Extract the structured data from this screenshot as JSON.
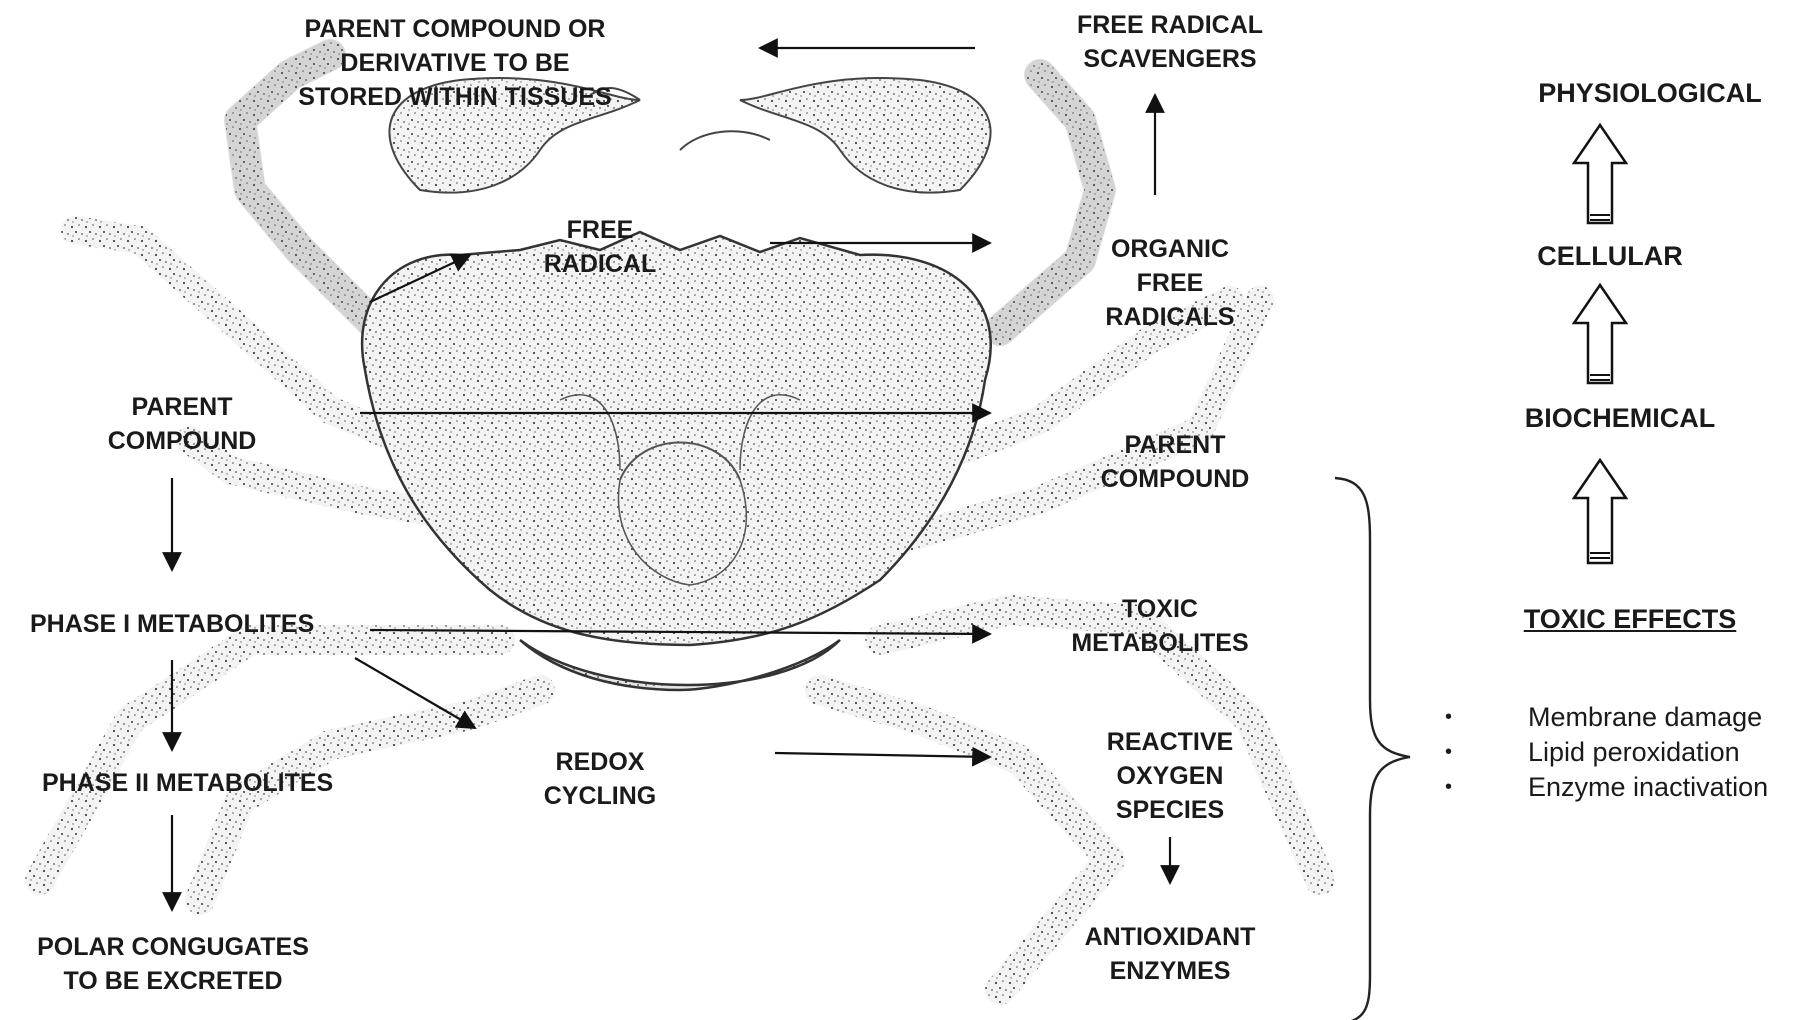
{
  "pathway_labels": {
    "parent_compound_or_derivative": [
      "PARENT COMPOUND OR",
      "DERIVATIVE TO BE",
      "STORED WITHIN TISSUES"
    ],
    "free_radical_scavengers": [
      "FREE RADICAL",
      "SCAVENGERS"
    ],
    "free_radical": [
      "FREE",
      "RADICAL"
    ],
    "organic_free_radicals": [
      "ORGANIC",
      "FREE",
      "RADICALS"
    ],
    "parent_compound_left": [
      "PARENT",
      "COMPOUND"
    ],
    "parent_compound_right": [
      "PARENT",
      "COMPOUND"
    ],
    "phase1_metabolites": "PHASE I METABOLITES",
    "toxic_metabolites": [
      "TOXIC",
      "METABOLITES"
    ],
    "phase2_metabolites": "PHASE II METABOLITES",
    "redox_cycling": [
      "REDOX",
      "CYCLING"
    ],
    "reactive_oxygen_species": [
      "REACTIVE",
      "OXYGEN",
      "SPECIES"
    ],
    "polar_conjugates": [
      "POLAR CONGUGATES",
      "TO BE EXCRETED"
    ],
    "antioxidant_enzymes": [
      "ANTIOXIDANT",
      "ENZYMES"
    ]
  },
  "effect_levels": {
    "physiological": "PHYSIOLOGICAL",
    "cellular": "CELLULAR",
    "biochemical": "BIOCHEMICAL",
    "toxic_effects": "TOXIC EFFECTS"
  },
  "toxic_effects_list": [
    "Membrane damage",
    "Lipid peroxidation",
    "Enzyme inactivation"
  ],
  "bullet_symbol": "•",
  "colors": {
    "ink": "#1a1a1a",
    "crab_fill": "#eeeeee",
    "crab_stroke": "#333333"
  }
}
